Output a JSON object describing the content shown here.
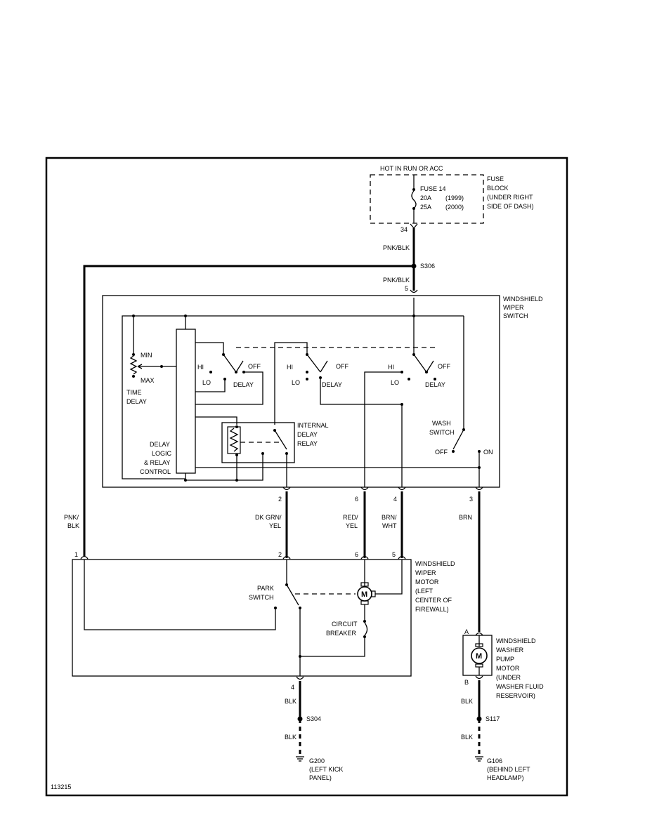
{
  "figure_id": "113215",
  "power": {
    "hot_label": "HOT IN RUN OR ACC",
    "fuse_name": "FUSE 14",
    "fuse_rating_1": "20A",
    "fuse_year_1": "(1999)",
    "fuse_rating_2": "25A",
    "fuse_year_2": "(2000)",
    "fuse_block_lines": [
      "FUSE",
      "BLOCK",
      "(UNDER RIGHT",
      "SIDE OF DASH)"
    ],
    "fuse_pin": "34"
  },
  "splices": {
    "s306": "S306",
    "s304": "S304",
    "s117": "S117"
  },
  "wires": {
    "pnk_blk_1": "PNK/BLK",
    "pnk_blk_2": "PNK/BLK",
    "pnk_left_1": "PNK/",
    "pnk_left_2": "BLK",
    "dkgrn_1": "DK GRN/",
    "dkgrn_2": "YEL",
    "red_1": "RED/",
    "red_2": "YEL",
    "brn_1": "BRN/",
    "brn_2": "WHT",
    "brn": "BRN",
    "blk_1": "BLK",
    "blk_2": "BLK",
    "blk_3": "BLK",
    "blk_4": "BLK"
  },
  "wiper_switch": {
    "title_lines": [
      "WINDSHIELD",
      "WIPER",
      "SWITCH"
    ],
    "pin_top": "5",
    "pins_bottom": [
      "2",
      "6",
      "4",
      "3"
    ],
    "min": "MIN",
    "max": "MAX",
    "time_delay_lines": [
      "TIME",
      "DELAY"
    ],
    "delay_logic_lines": [
      "DELAY",
      "LOGIC",
      "& RELAY",
      "CONTROL"
    ],
    "internal_relay_lines": [
      "INTERNAL",
      "DELAY",
      "RELAY"
    ],
    "hi": "HI",
    "lo": "LO",
    "off": "OFF",
    "delay": "DELAY",
    "wash_switch_lines": [
      "WASH",
      "SWITCH"
    ],
    "wash_off": "OFF",
    "wash_on": "ON"
  },
  "wiper_motor": {
    "title_lines": [
      "WINDSHIELD",
      "WIPER",
      "MOTOR",
      "(LEFT",
      "CENTER OF",
      "FIREWALL)"
    ],
    "pins_top": [
      "1",
      "2",
      "6",
      "5"
    ],
    "pin_bottom": "4",
    "park_switch_lines": [
      "PARK",
      "SWITCH"
    ],
    "circuit_breaker_lines": [
      "CIRCUIT",
      "BREAKER"
    ],
    "motor_symbol": "M"
  },
  "washer_pump": {
    "title_lines": [
      "WINDSHIELD",
      "WASHER",
      "PUMP",
      "MOTOR",
      "(UNDER",
      "WASHER FLUID",
      "RESERVOIR)"
    ],
    "pin_a": "A",
    "pin_b": "B",
    "motor_symbol": "M"
  },
  "grounds": {
    "g200_lines": [
      "G200",
      "(LEFT KICK",
      "PANEL)"
    ],
    "g106_lines": [
      "G106",
      "(BEHIND LEFT",
      "HEADLAMP)"
    ]
  }
}
